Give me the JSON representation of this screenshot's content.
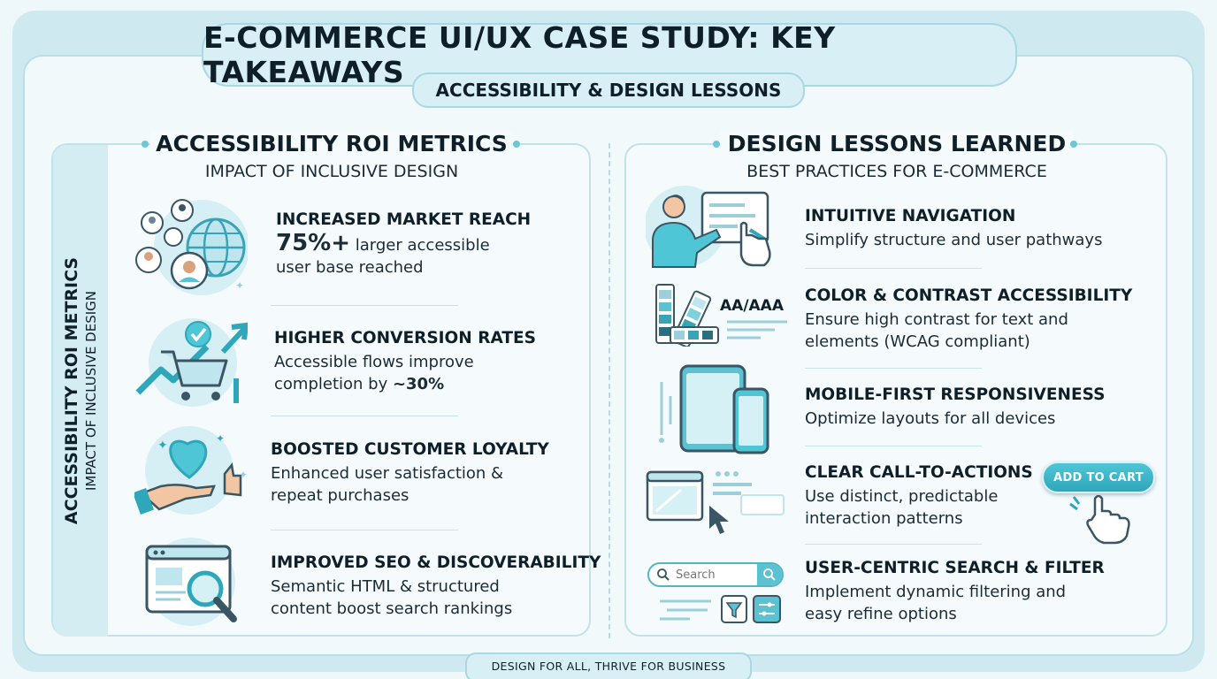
{
  "title": "E-COMMERCE UI/UX CASE STUDY: KEY TAKEAWAYS",
  "subtitle": "ACCESSIBILITY & DESIGN LESSONS",
  "left": {
    "heading": "ACCESSIBILITY ROI METRICS",
    "subheading": "IMPACT OF INCLUSIVE DESIGN",
    "side_label": "ACCESSIBILITY ROI METRICS",
    "side_sublabel": "IMPACT OF INCLUSIVE DESIGN",
    "items": [
      {
        "title": "INCREASED MARKET REACH",
        "stat": "75%+",
        "desc": "larger accessible",
        "desc2": "user base reached",
        "icon": "globe-users-icon"
      },
      {
        "title": "HIGHER CONVERSION RATES",
        "desc": "Accessible flows improve",
        "desc2_prefix": "completion by ",
        "stat": "~30%",
        "icon": "cart-growth-icon"
      },
      {
        "title": "BOOSTED CUSTOMER LOYALTY",
        "desc": "Enhanced user satisfaction &",
        "desc2": "repeat purchases",
        "icon": "heart-hand-icon"
      },
      {
        "title": "IMPROVED SEO & DISCOVERABILITY",
        "desc": "Semantic HTML & structured",
        "desc2": "content boost search rankings",
        "icon": "browser-search-icon"
      }
    ]
  },
  "right": {
    "heading": "DESIGN LESSONS LEARNED",
    "subheading": "BEST PRACTICES FOR E-COMMERCE",
    "items": [
      {
        "title": "INTUITIVE NAVIGATION",
        "desc": "Simplify structure and user pathways",
        "icon": "person-pointer-icon"
      },
      {
        "title": "COLOR & CONTRAST ACCESSIBILITY",
        "desc": "Ensure high contrast for text and",
        "desc2": "elements (WCAG compliant)",
        "badge": "AA/AAA",
        "icon": "color-swatch-icon"
      },
      {
        "title": "MOBILE-FIRST RESPONSIVENESS",
        "desc": "Optimize layouts for all devices",
        "icon": "tablet-phone-icon"
      },
      {
        "title": "CLEAR CALL-TO-ACTIONS",
        "desc": "Use distinct, predictable",
        "desc2": "interaction patterns",
        "cta": "ADD TO CART",
        "icon": "cursor-window-icon"
      },
      {
        "title": "USER-CENTRIC SEARCH & FILTER",
        "desc": "Implement dynamic filtering and",
        "desc2": "easy refine options",
        "search_placeholder": "Search",
        "icon": "filter-icon"
      }
    ]
  },
  "footer": "DESIGN FOR ALL, THRIVE FOR BUSINESS",
  "colors": {
    "accent": "#4fc6d6",
    "accent_dark": "#2ea7ba",
    "frame": "#cfe9f1",
    "text": "#0f1f2a"
  }
}
